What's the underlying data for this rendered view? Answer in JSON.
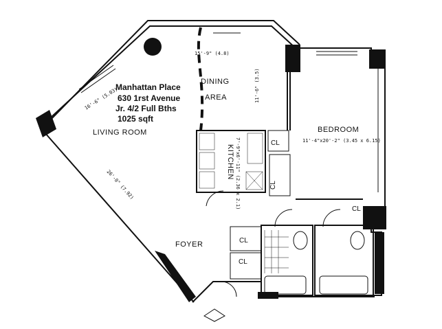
{
  "listing": {
    "building": "Manhattan Place",
    "address": "630 1rst Avenue",
    "unit_type": "Jr. 4/2 Full Bths",
    "area": "1025 sqft"
  },
  "rooms": {
    "living_room": "LIVING   ROOM",
    "dining": "DINING",
    "dining_area": "AREA",
    "bedroom": "BEDROOM",
    "foyer": "FOYER",
    "kitchen": "KITCHEN"
  },
  "closets": {
    "cl1": "CL",
    "cl2": "CL",
    "cl3": "CL",
    "cl4": "CL",
    "cl5": "CL"
  },
  "dimensions": {
    "dining_width": "15'-9\" (4.8)",
    "dining_depth": "11'-6\" (3.5)",
    "living_window": "16'-6\" (5.03)",
    "living_diagonal": "26'-0\" (7.92)",
    "bedroom": "11'-4\"x20'-2\" (3.45 x 6.15)",
    "kitchen": "7'-9\"x6'-11\" (2.36 x 2.1)"
  }
}
